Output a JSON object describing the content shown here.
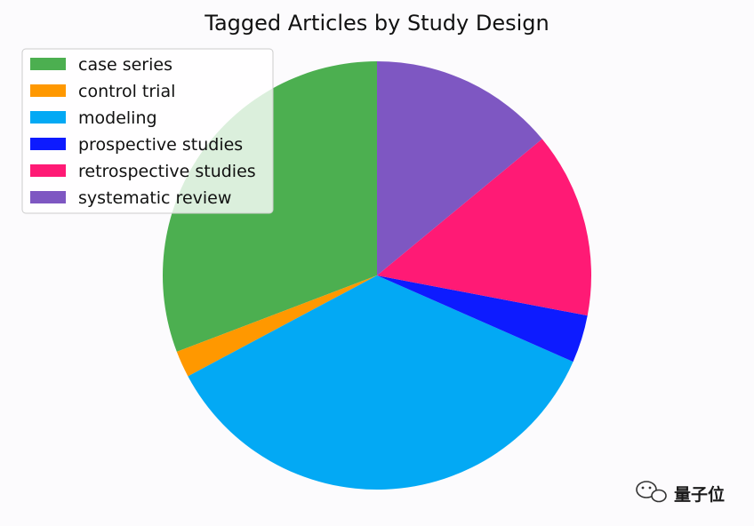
{
  "chart_data": {
    "type": "pie",
    "title": "Tagged Articles by Study Design",
    "categories": [
      "case series",
      "control trial",
      "modeling",
      "prospective studies",
      "retrospective studies",
      "systematic review"
    ],
    "values": [
      30.8,
      2.0,
      35.6,
      3.6,
      14.0,
      14.0
    ],
    "unit": "",
    "colors": [
      "#4caf50",
      "#ff9800",
      "#03a9f4",
      "#0d1bff",
      "#ff1a75",
      "#7e57c2"
    ],
    "start_angle_deg": 90,
    "direction": "counterclockwise",
    "legend_position": "upper-left"
  },
  "watermark": {
    "text": "量子位"
  }
}
